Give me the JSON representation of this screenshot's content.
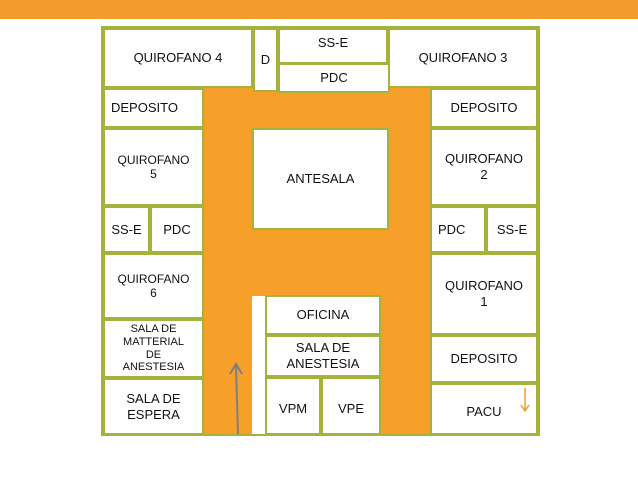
{
  "rooms": {
    "q4": "QUIROFANO 4",
    "d": "D",
    "sse_top": "SS-E",
    "pdc_top": "PDC",
    "q3": "QUIROFANO 3",
    "dep_left": "DEPOSITO",
    "dep_right": "DEPOSITO",
    "q5": "QUIROFANO\n5",
    "antesala": "ANTESALA",
    "q2": "QUIROFANO\n2",
    "sse_left": "SS-E",
    "pdc_left": "PDC",
    "pdc_right": "PDC",
    "sse_right": "SS-E",
    "q6": "QUIROFANO\n6",
    "q1": "QUIROFANO\n1",
    "oficina": "OFICINA",
    "sala_material": "SALA DE\nMATTERIAL\nDE\nANESTESIA",
    "sala_anestesia": "SALA DE\nANESTESIA",
    "dep_bottom": "DEPOSITO",
    "sala_espera": "SALA DE\nESPERA",
    "vpm": "VPM",
    "vpe": "VPE",
    "pacu": "PACU"
  },
  "colors": {
    "top_bar": "#f39c2e",
    "corridor": "#f6a02a",
    "wall": "#a6b33a",
    "arrow_up": "#7f7f7f",
    "arrow_down": "#f39c2e"
  }
}
